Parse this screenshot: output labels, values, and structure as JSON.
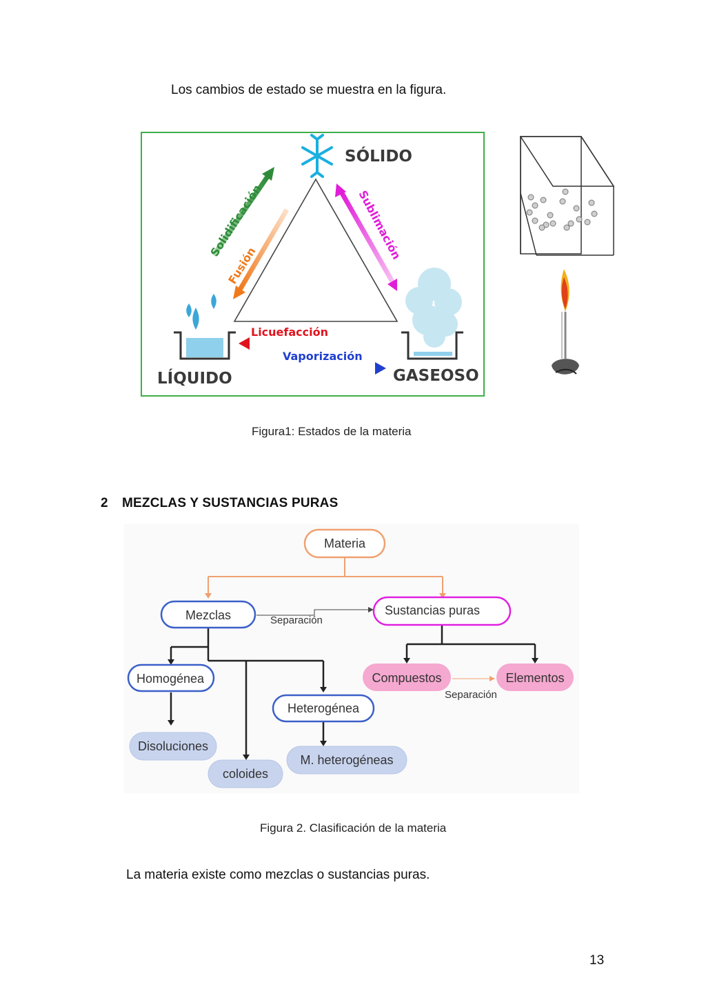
{
  "intro_text": "Los cambios de estado se muestra en la figura.",
  "figure1": {
    "states": {
      "solid": "SÓLIDO",
      "liquid": "LÍQUIDO",
      "gas": "GASEOSO"
    },
    "processes": {
      "solidification": "Solidificación",
      "fusion": "Fusión",
      "sublimation": "Sublimación",
      "liquefaction": "Licuefacción",
      "vaporization": "Vaporización"
    },
    "caption": "Figura1: Estados de la materia",
    "colors": {
      "frame": "#3fae4a",
      "solidification": "#2e8b3a",
      "fusion": "#f07a1c",
      "sublimation": "#e01ed8",
      "liquefaction": "#e0141e",
      "vaporization": "#1f3fd0",
      "ice": "#1ab0e0"
    }
  },
  "section": {
    "number": "2",
    "title": "MEZCLAS Y SUSTANCIAS PURAS"
  },
  "figure2": {
    "nodes": {
      "materia": "Materia",
      "mezclas": "Mezclas",
      "sustancias_puras": "Sustancias puras",
      "homogenea": "Homogénea",
      "heterogenea": "Heterogénea",
      "compuestos": "Compuestos",
      "elementos": "Elementos",
      "disoluciones": "Disoluciones",
      "coloides": "coloides",
      "m_heterogeneas": "M. heterogéneas"
    },
    "edge_labels": {
      "separacion_1": "Separación",
      "separacion_2": "Separación"
    },
    "caption": "Figura 2. Clasificación de la materia",
    "colors": {
      "materia_border": "#f0a070",
      "mezclas_border": "#3a5fc8",
      "sustancias_border": "#e020e0",
      "pink_fill": "#f5a8d0",
      "blue_fill": "#c8d4ee"
    }
  },
  "closing_text": "La materia existe como mezclas o sustancias puras.",
  "page_number": "13"
}
